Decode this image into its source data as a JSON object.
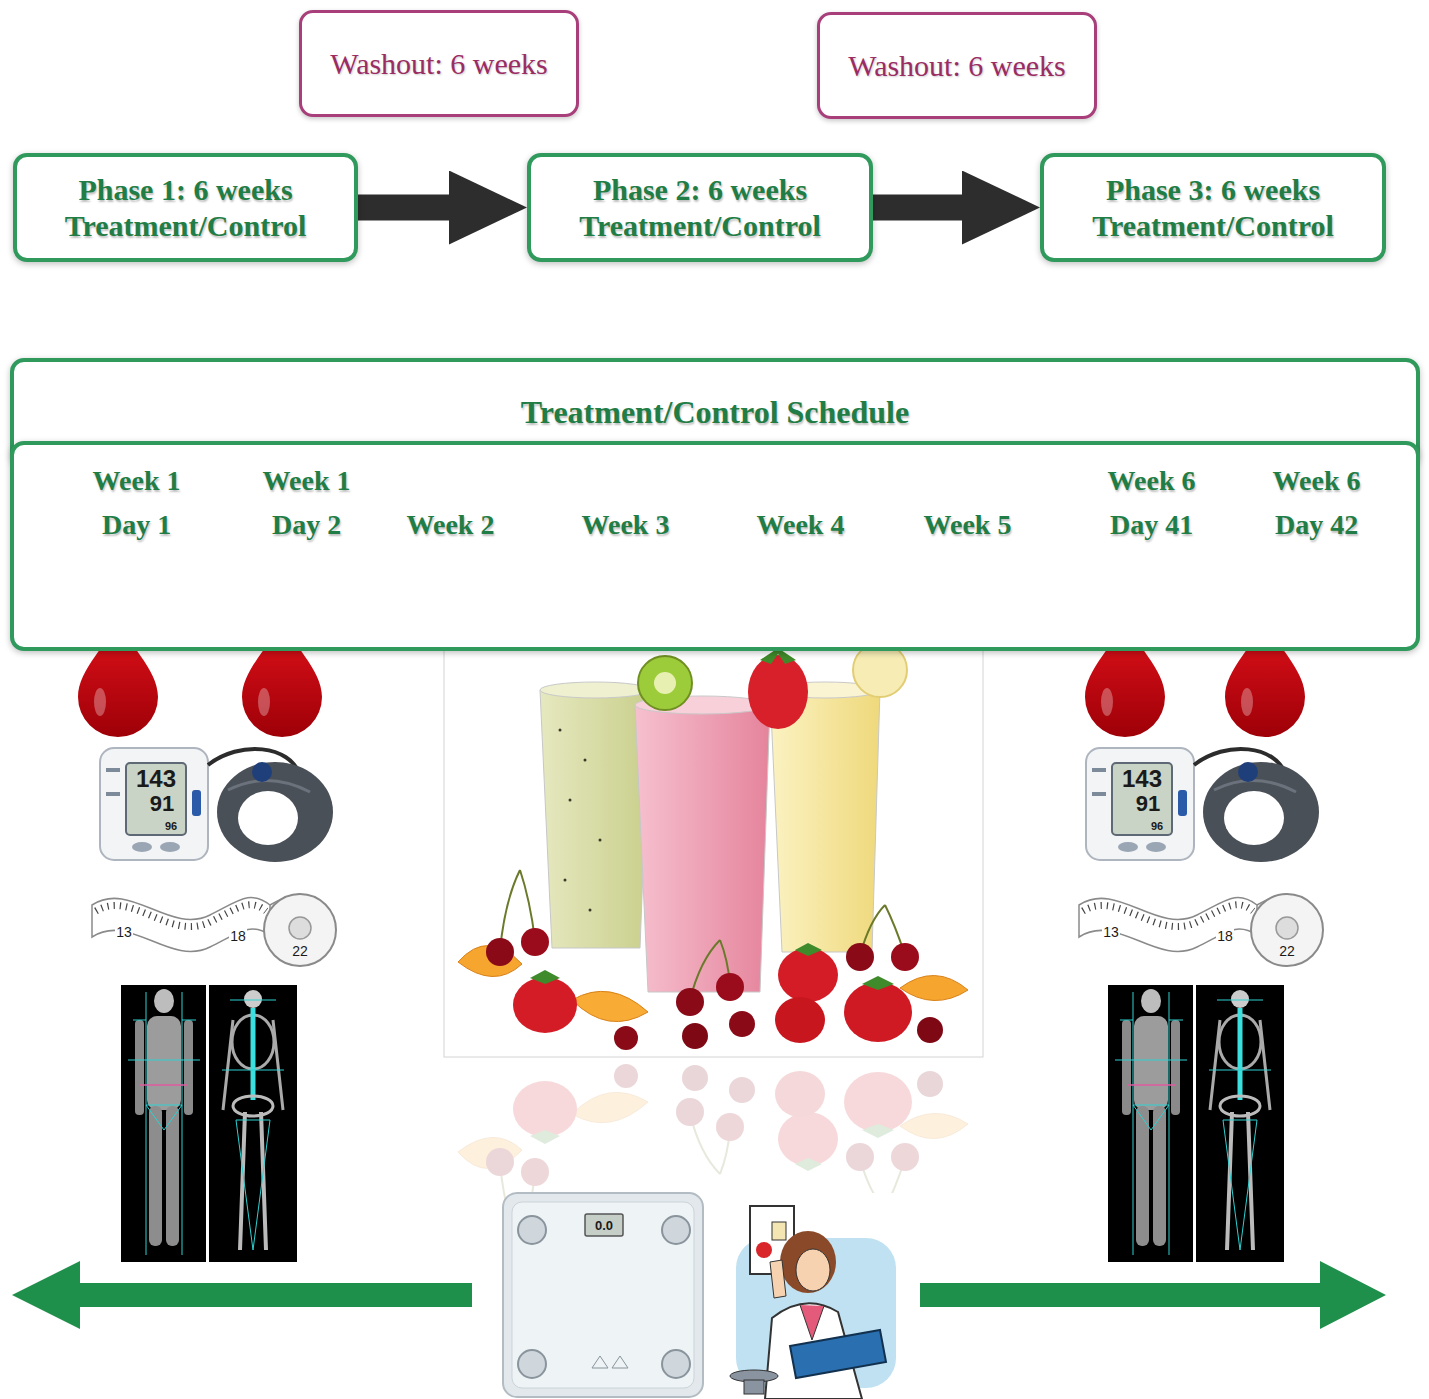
{
  "diagram": {
    "nodes": [
      {
        "text": [
          "Washout: 6 weeks"
        ]
      },
      {
        "text": [
          "Washout: 6 weeks"
        ]
      },
      {
        "text": [
          "Phase 1: 6 weeks Treatment/Control"
        ]
      },
      {
        "text": [
          "Phase 2: 6 weeks Treatment/Control"
        ]
      },
      {
        "text": [
          "Phase 3: 6 weeks Treatment/Control"
        ]
      },
      {
        "text": [
          "Treatment/Control Schedule"
        ]
      },
      {
        "text": [
          "Week 1 Day 1",
          "Week 1 Day 2",
          "Week 2",
          "Week 3",
          "Week 4",
          "Week 5",
          "Week 6 Day 41",
          "Week 6 Day 42"
        ]
      }
    ],
    "edges": [
      {
        "from": 2,
        "to": 3,
        "arrow": "to"
      },
      {
        "from": 3,
        "to": 4,
        "arrow": "to"
      }
    ],
    "labels": [
      "143",
      "91",
      "96",
      "143",
      "91",
      "96",
      "13",
      "18",
      "22",
      "13",
      "18",
      "22",
      "0.0"
    ]
  }
}
